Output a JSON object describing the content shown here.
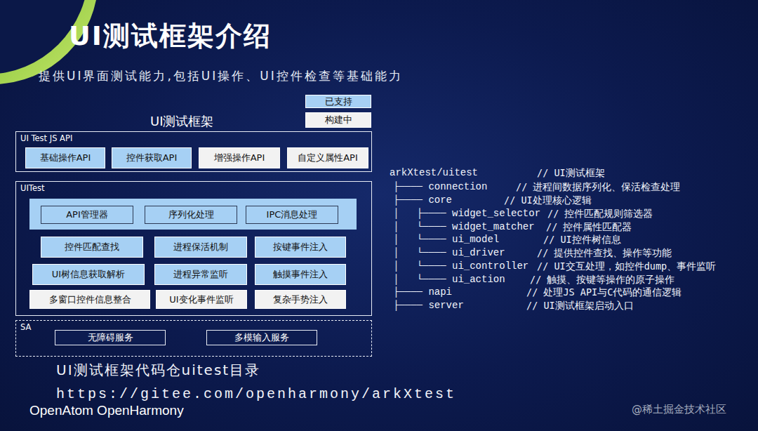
{
  "diagram": {
    "title": "UI测试框架介绍",
    "nodes": [
      {
        "text": [
          "UI Test  JS API"
        ]
      },
      {
        "text": [
          "基础操作API"
        ],
        "in": 0
      },
      {
        "text": [
          "控件获取API"
        ],
        "in": 0
      },
      {
        "text": [
          "增强操作API"
        ],
        "in": 0
      },
      {
        "text": [
          "自定义属性API"
        ],
        "in": 0
      },
      {
        "text": [
          "UITest"
        ]
      },
      {
        "text": [
          "API管理器"
        ],
        "in": 5
      },
      {
        "text": [
          "序列化处理"
        ],
        "in": 5
      },
      {
        "text": [
          "IPC消息处理"
        ],
        "in": 5
      },
      {
        "text": [
          "控件匹配查找"
        ],
        "in": 5
      },
      {
        "text": [
          "进程保活机制"
        ],
        "in": 5
      },
      {
        "text": [
          "按键事件注入"
        ],
        "in": 5
      },
      {
        "text": [
          "UI树信息获取解析"
        ],
        "in": 5
      },
      {
        "text": [
          "进程异常监听"
        ],
        "in": 5
      },
      {
        "text": [
          "触摸事件注入"
        ],
        "in": 5
      },
      {
        "text": [
          "多窗口控件信息整合"
        ],
        "in": 5
      },
      {
        "text": [
          "UI变化事件监听"
        ],
        "in": 5
      },
      {
        "text": [
          "复杂手势注入"
        ],
        "in": 5
      },
      {
        "text": [
          "SA"
        ]
      },
      {
        "text": [
          "无障碍服务"
        ],
        "in": 18
      },
      {
        "text": [
          "多模输入服务"
        ],
        "in": 18
      }
    ],
    "labels": [
      "提供UI界面测试能力,包括UI操作、UI控件检查等基础能力",
      "UI测试框架",
      "arkXtest/uitest",
      "// UI测试框架",
      "├──── connection",
      "// 进程间数据序列化、保活检查处理",
      "├──── core",
      "// UI处理核心逻辑",
      "│   ├──── widget_selector",
      "// 控件匹配规则筛选器",
      "│   └──── widget_matcher",
      "// 控件属性匹配器",
      "│   └──── ui_model",
      "// UI控件树信息",
      "│   └──── ui_driver",
      "// 提供控件查找、操作等功能",
      "│   └──── ui_controller",
      "// UI交互处理，如控件dump、事件监听",
      "│   └──── ui_action",
      "// 触摸、按键等操作的原子操作",
      "├──── napi",
      "// 处理JS API与C代码的通信逻辑",
      "├──── server",
      "// UI测试框架启动入口",
      "UI测试框架代码仓uitest目录",
      "https://gitee.com/openharmony/arkXtest",
      "OpenAtom OpenHarmony",
      "@稀土掘金技术社区"
    ],
    "legend": [
      {
        "text": "已支持",
        "color": "#a6d0f4"
      },
      {
        "text": "构建中",
        "color": "#f2f2f2"
      }
    ]
  }
}
